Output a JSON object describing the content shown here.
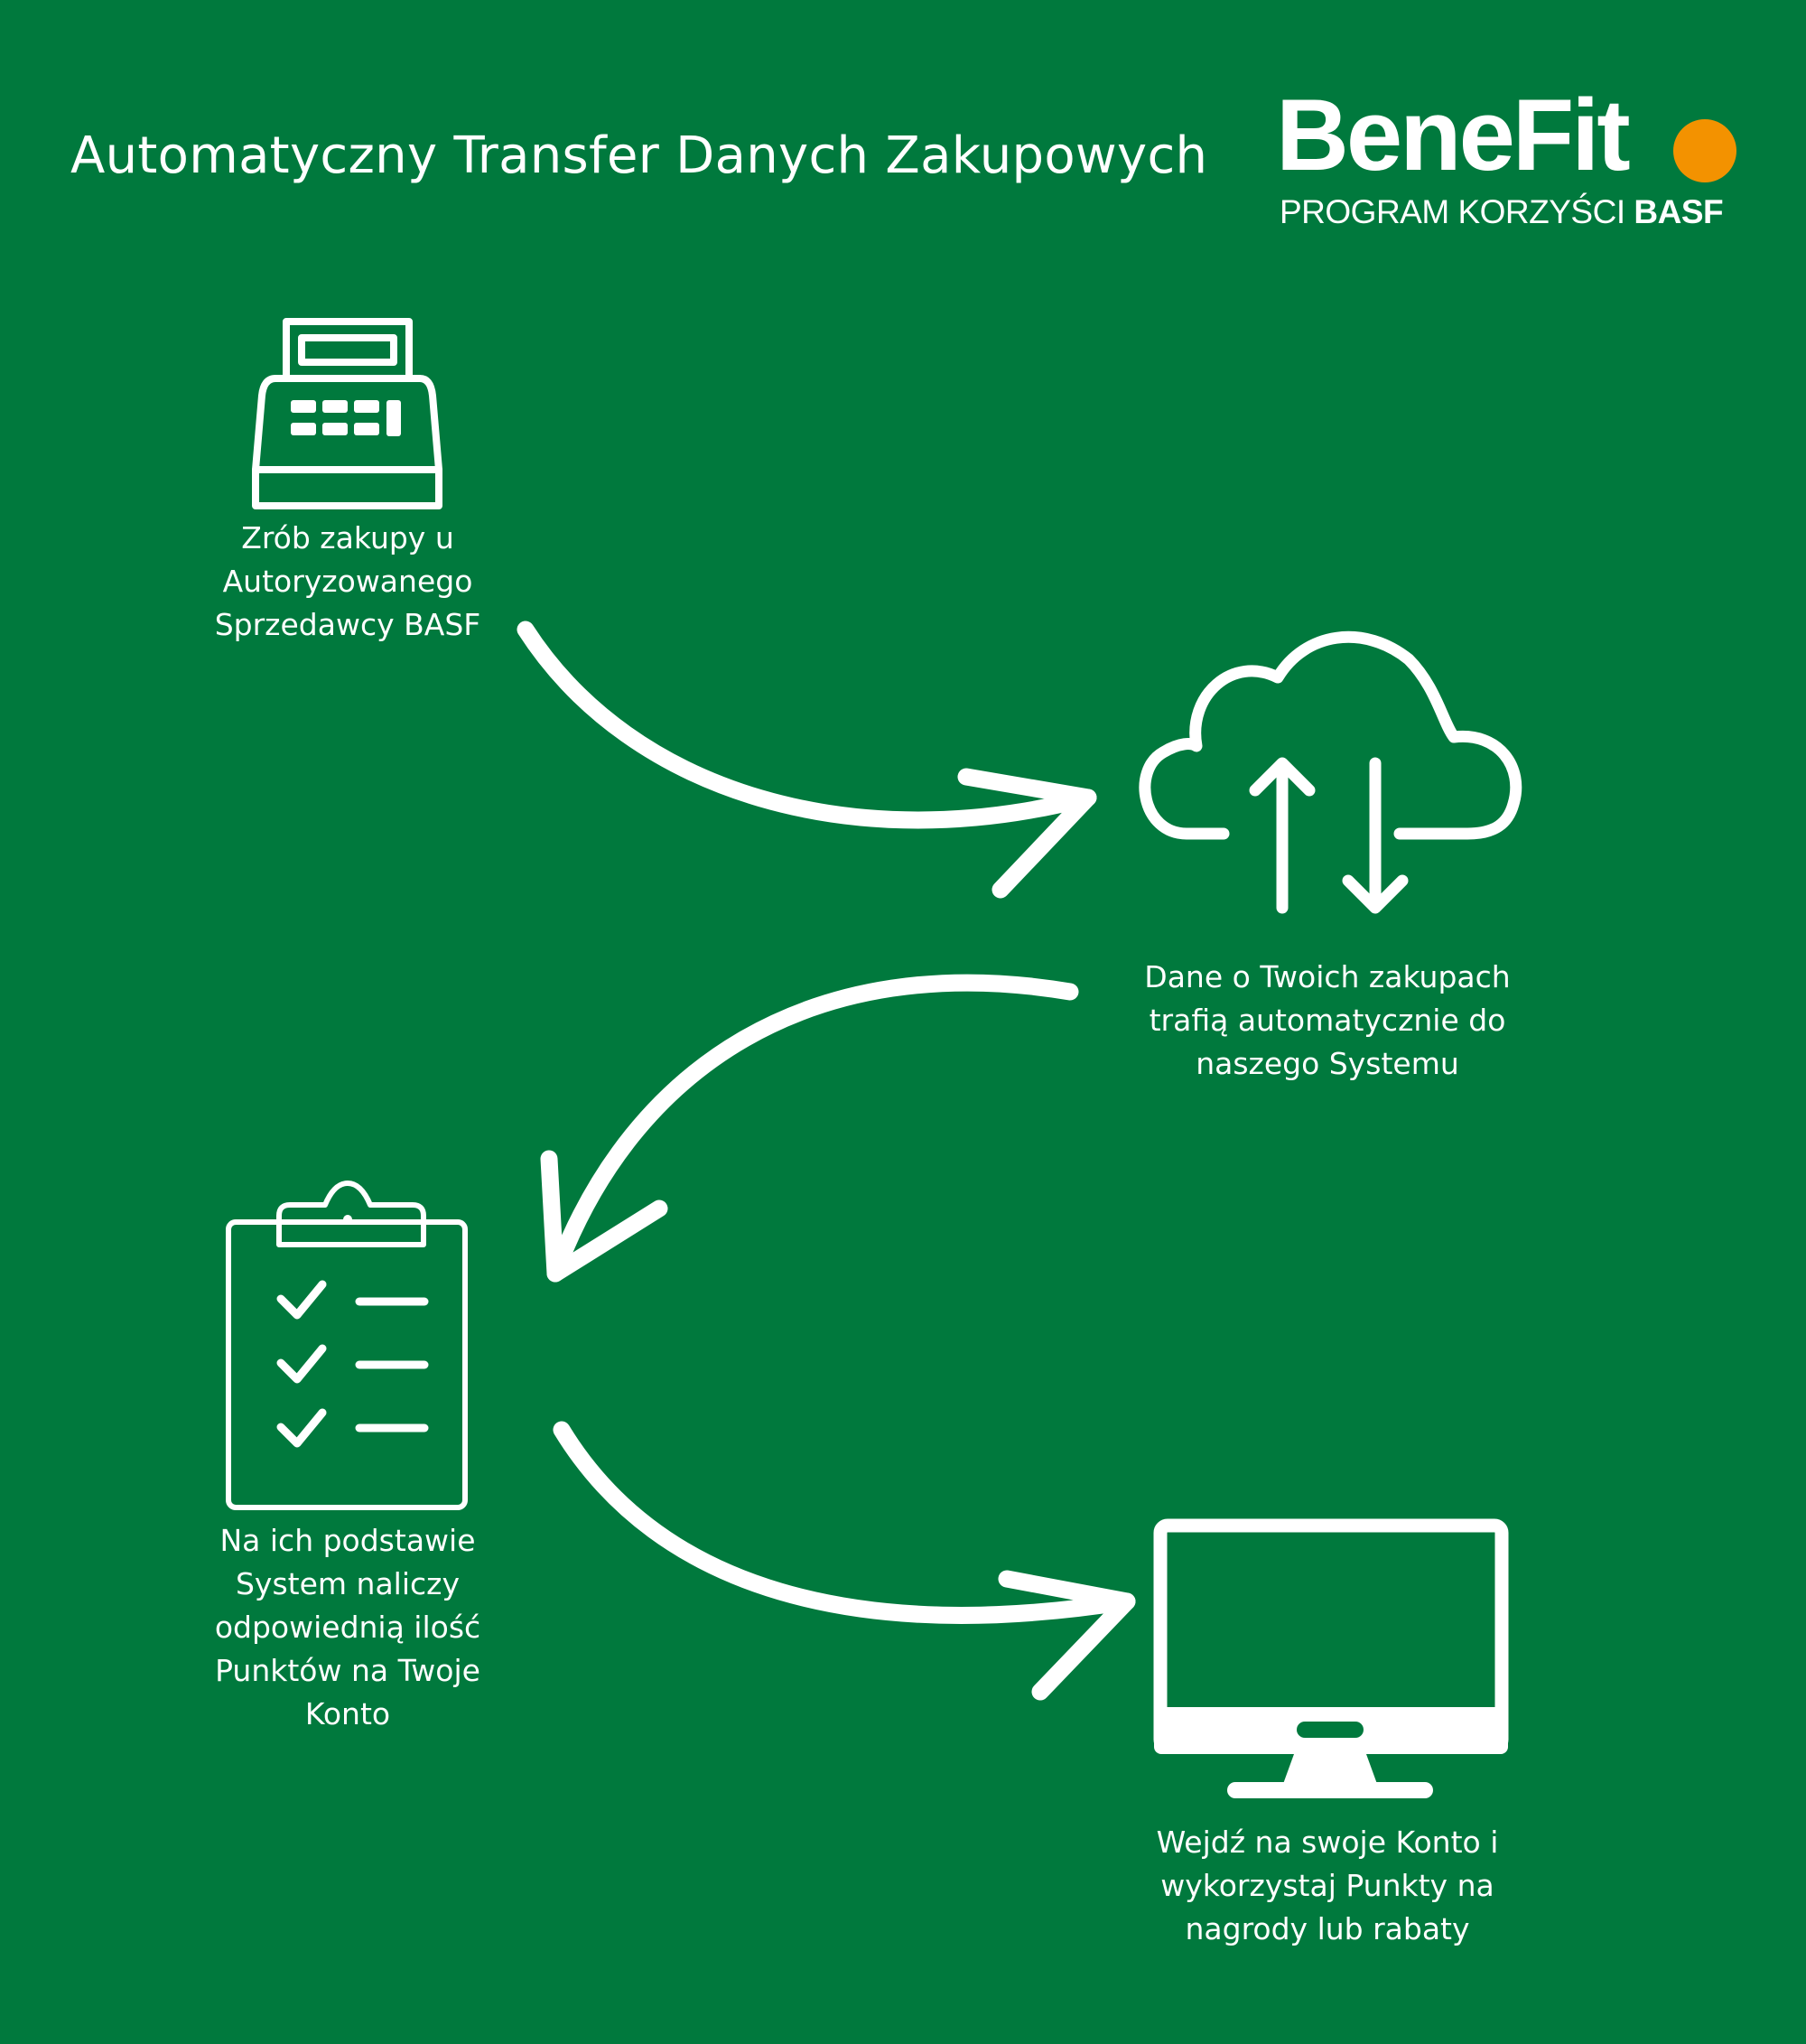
{
  "title": "Automatyczny Transfer Danych Zakupowych",
  "logo": {
    "word": "BeneFit",
    "subtitle_prefix": "PROGRAM KORZYŚCI",
    "subtitle_brand": "BASF",
    "dot_color": "#f39200"
  },
  "background_color": "#00793d",
  "steps": [
    {
      "icon": "cash-register-icon",
      "lines": [
        "Zrób zakupy u",
        "Autoryzowanego",
        "Sprzedawcy BASF"
      ]
    },
    {
      "icon": "cloud-sync-icon",
      "lines": [
        "Dane o Twoich zakupach",
        "trafią automatycznie do",
        "naszego Systemu"
      ]
    },
    {
      "icon": "clipboard-checklist-icon",
      "lines": [
        "Na ich podstawie",
        "System naliczy",
        "odpowiednią ilość",
        "Punktów na Twoje",
        "Konto"
      ]
    },
    {
      "icon": "monitor-icon",
      "lines": [
        "Wejdź na swoje Konto i",
        "wykorzystaj Punkty na",
        "nagrody lub rabaty"
      ]
    }
  ],
  "flow_arrows": [
    "arrow-step1-to-step2",
    "arrow-step2-to-step3",
    "arrow-step3-to-step4"
  ]
}
